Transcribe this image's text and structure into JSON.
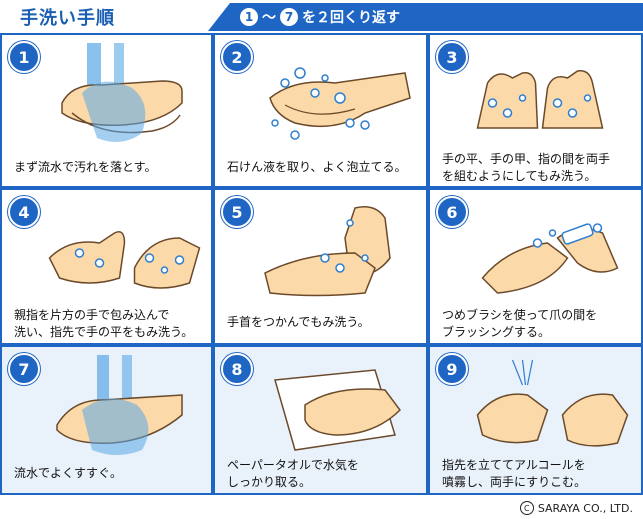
{
  "header": {
    "title": "手洗い手順",
    "banner_from": "1",
    "banner_tilde": "〜",
    "banner_to": "7",
    "banner_suffix": "を２回くり返す"
  },
  "steps": [
    {
      "num": "1",
      "caption": "まず流水で汚れを落とす。",
      "icon": "running-water-hands-icon"
    },
    {
      "num": "2",
      "caption": "石けん液を取り、よく泡立てる。",
      "icon": "soap-lather-hands-icon"
    },
    {
      "num": "3",
      "caption": "手の平、手の甲、指の間を両手\nを組むようにしてもみ洗う。",
      "icon": "interlaced-fingers-icon"
    },
    {
      "num": "4",
      "caption": "親指を片方の手で包み込んで\n洗い、指先で手の平をもみ洗う。",
      "icon": "thumb-wash-icon"
    },
    {
      "num": "5",
      "caption": "手首をつかんでもみ洗う。",
      "icon": "wrist-wash-icon"
    },
    {
      "num": "6",
      "caption": "つめブラシを使って爪の間を\nブラッシングする。",
      "icon": "nail-brush-icon"
    },
    {
      "num": "7",
      "caption": "流水でよくすすぐ。",
      "icon": "rinse-water-icon"
    },
    {
      "num": "8",
      "caption": "ペーパータオルで水気を\nしっかり取る。",
      "icon": "paper-towel-icon"
    },
    {
      "num": "9",
      "caption": "指先を立ててアルコールを\n噴霧し、両手にすりこむ。",
      "icon": "alcohol-spray-icon"
    }
  ],
  "copyright": {
    "symbol": "C",
    "text": "SARAYA CO., LTD."
  },
  "colors": {
    "brand_blue": "#1f66c4",
    "light_blue_cell": "#e9f1fb",
    "skin": "#fbd9a8",
    "water": "#5aa8e6"
  }
}
